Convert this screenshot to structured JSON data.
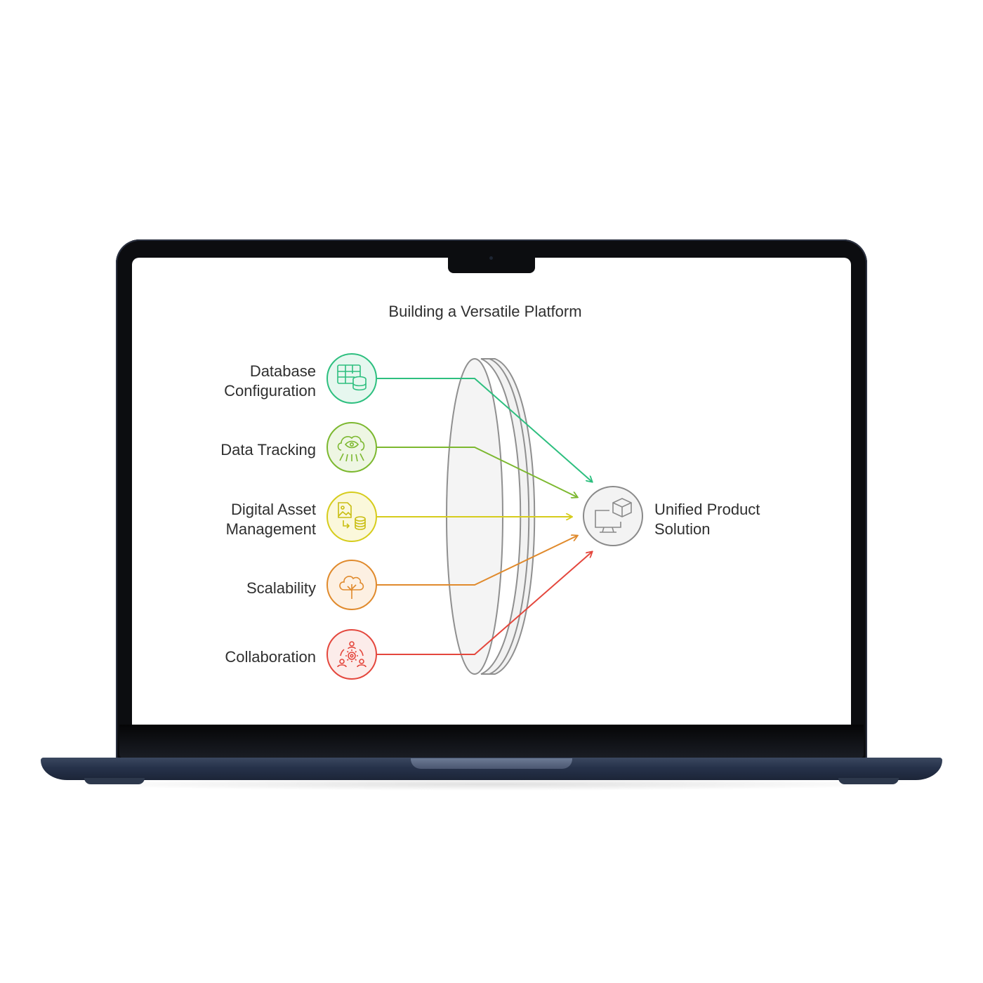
{
  "diagram": {
    "title": "Building a Versatile Platform",
    "inputs": [
      {
        "lines": [
          "Database",
          "Configuration"
        ],
        "color": "#2dbf7f",
        "fill": "#e6f7ef",
        "icon": "database-table-icon"
      },
      {
        "lines": [
          "Data Tracking"
        ],
        "color": "#7cb82f",
        "fill": "#eef6e3",
        "icon": "cloud-eye-icon"
      },
      {
        "lines": [
          "Digital Asset",
          "Management"
        ],
        "color": "#d6cc1c",
        "fill": "#fbf8db",
        "icon": "image-database-icon"
      },
      {
        "lines": [
          "Scalability"
        ],
        "color": "#e08a2c",
        "fill": "#fdf0e2",
        "icon": "tree-icon"
      },
      {
        "lines": [
          "Collaboration"
        ],
        "color": "#e4473d",
        "fill": "#fcecea",
        "icon": "team-gear-icon"
      }
    ],
    "output": {
      "lines": [
        "Unified Product",
        "Solution"
      ],
      "color": "#888888",
      "fill": "#f3f3f3",
      "icon": "monitor-cube-icon"
    }
  }
}
